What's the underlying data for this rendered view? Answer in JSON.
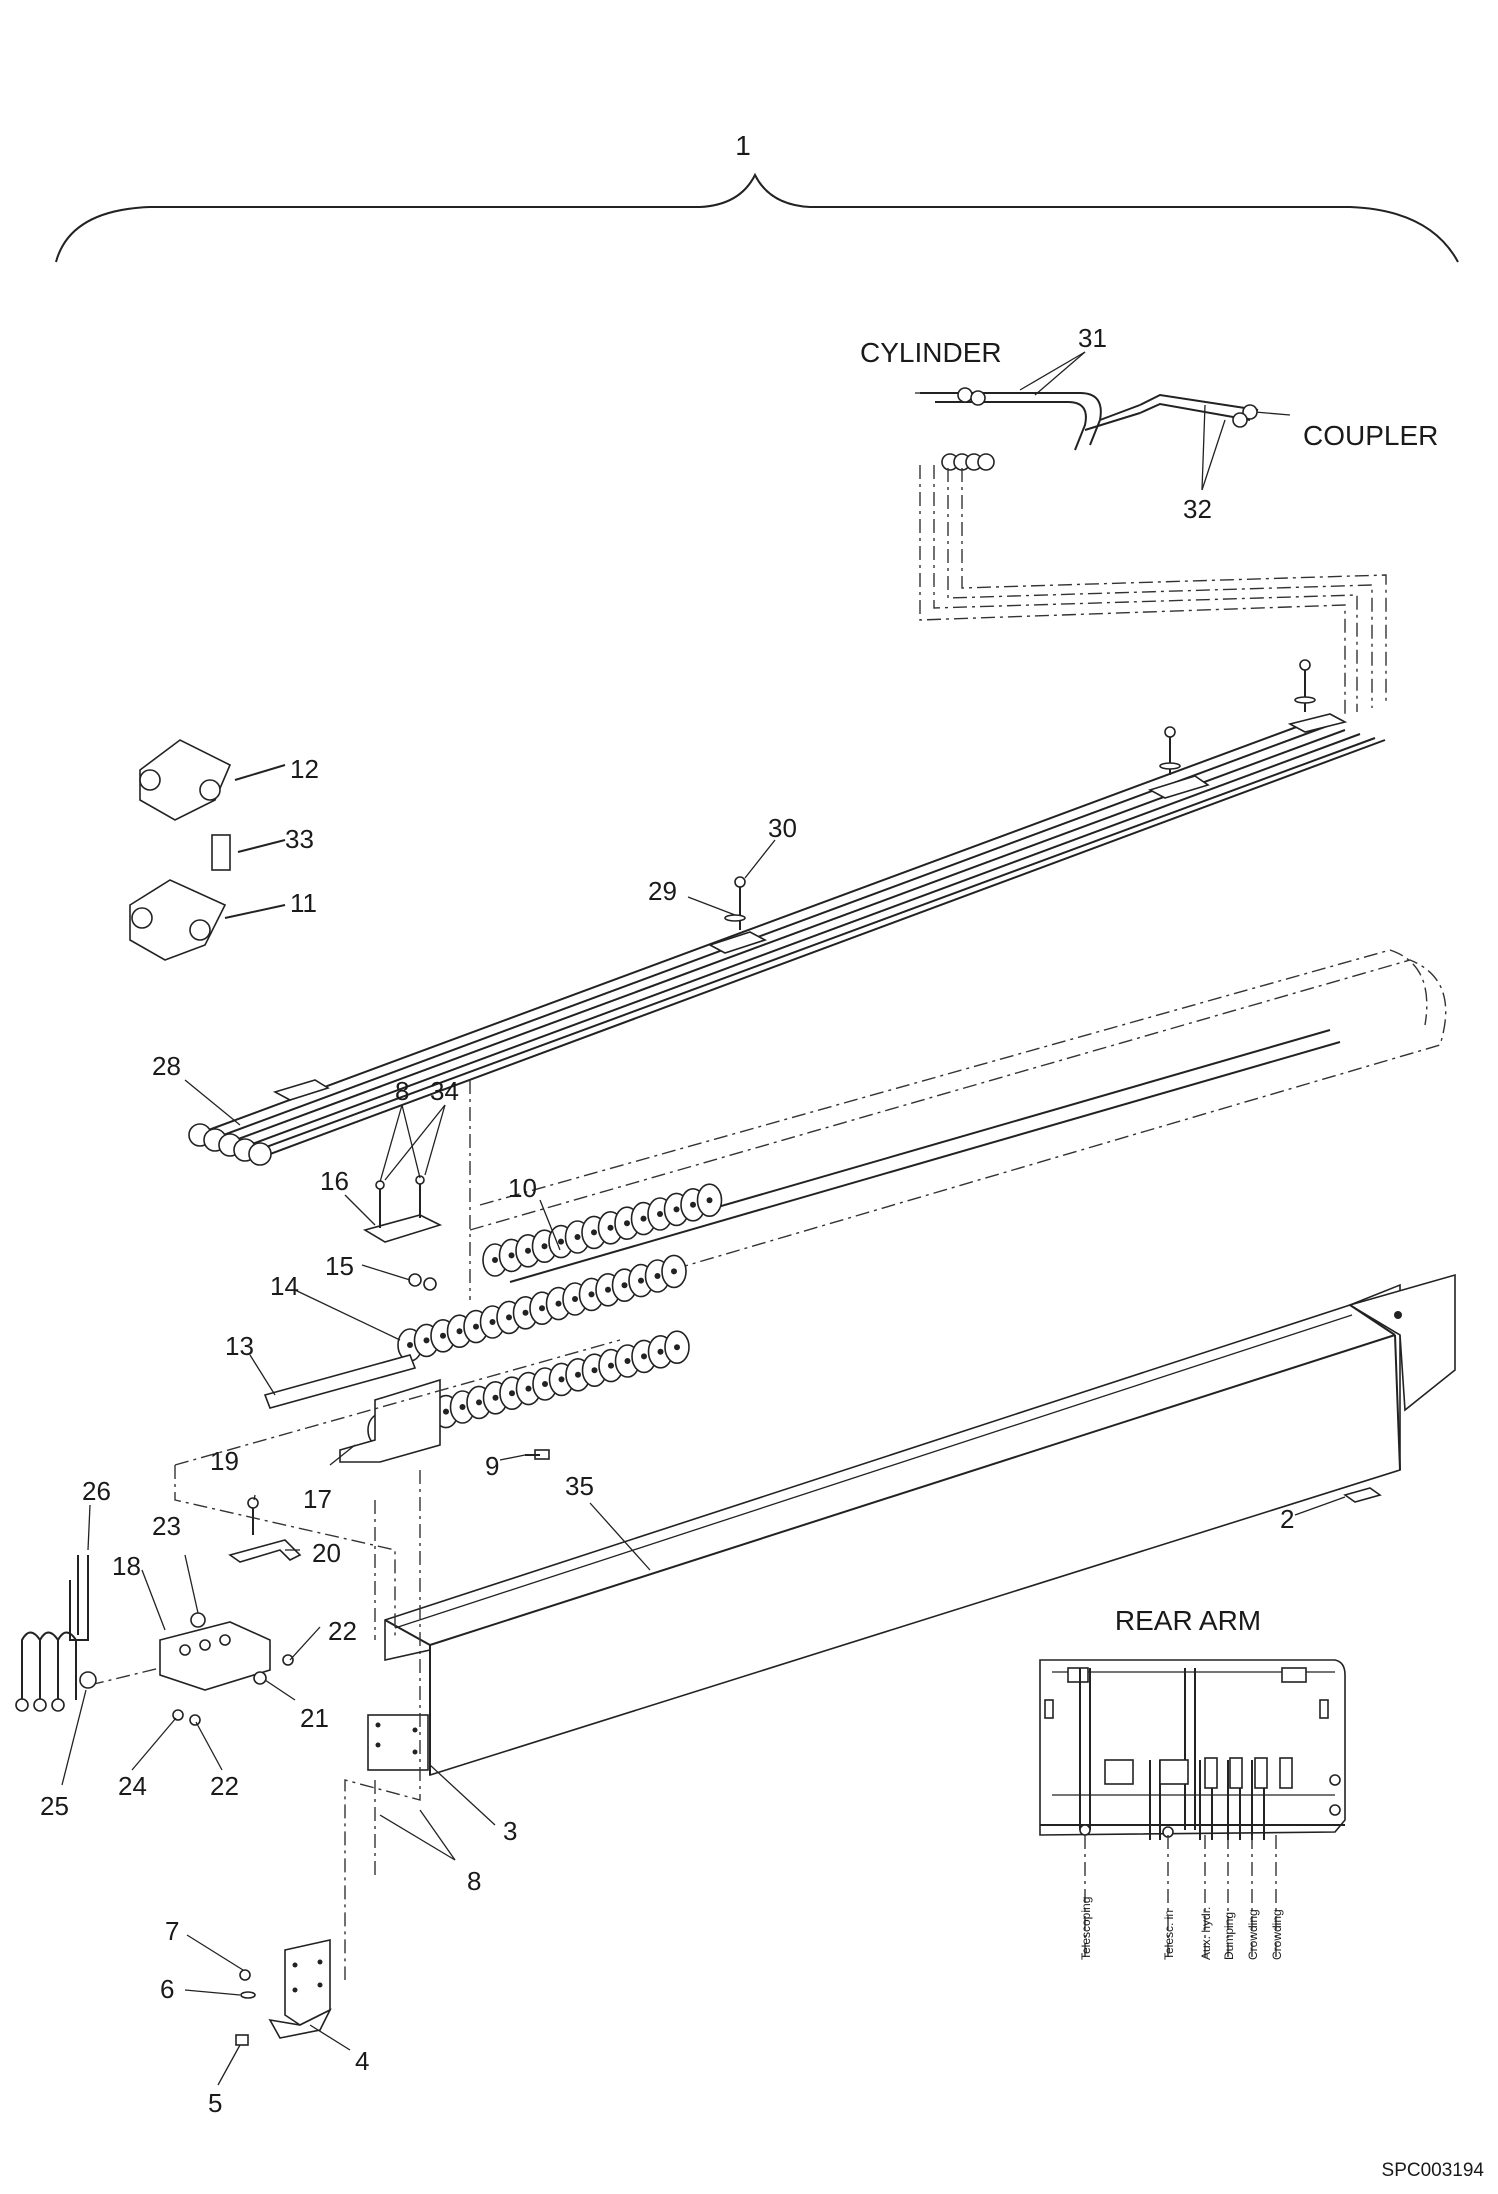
{
  "assembly_number": "1",
  "labels": {
    "cylinder": "CYLINDER",
    "coupler": "COUPLER",
    "rear_arm": "REAR ARM"
  },
  "callouts": [
    "2",
    "3",
    "4",
    "5",
    "6",
    "7",
    "8",
    "8",
    "9",
    "10",
    "11",
    "12",
    "13",
    "14",
    "15",
    "16",
    "17",
    "18",
    "19",
    "20",
    "21",
    "22",
    "22",
    "23",
    "24",
    "25",
    "26",
    "28",
    "29",
    "30",
    "31",
    "32",
    "33",
    "34",
    "35"
  ],
  "rear_arm_ports": [
    "Telescoping",
    "Telesc. in",
    "Aux. hydr.",
    "Dumping",
    "Crowding",
    "Crowding"
  ],
  "document_id": "SPC003194"
}
